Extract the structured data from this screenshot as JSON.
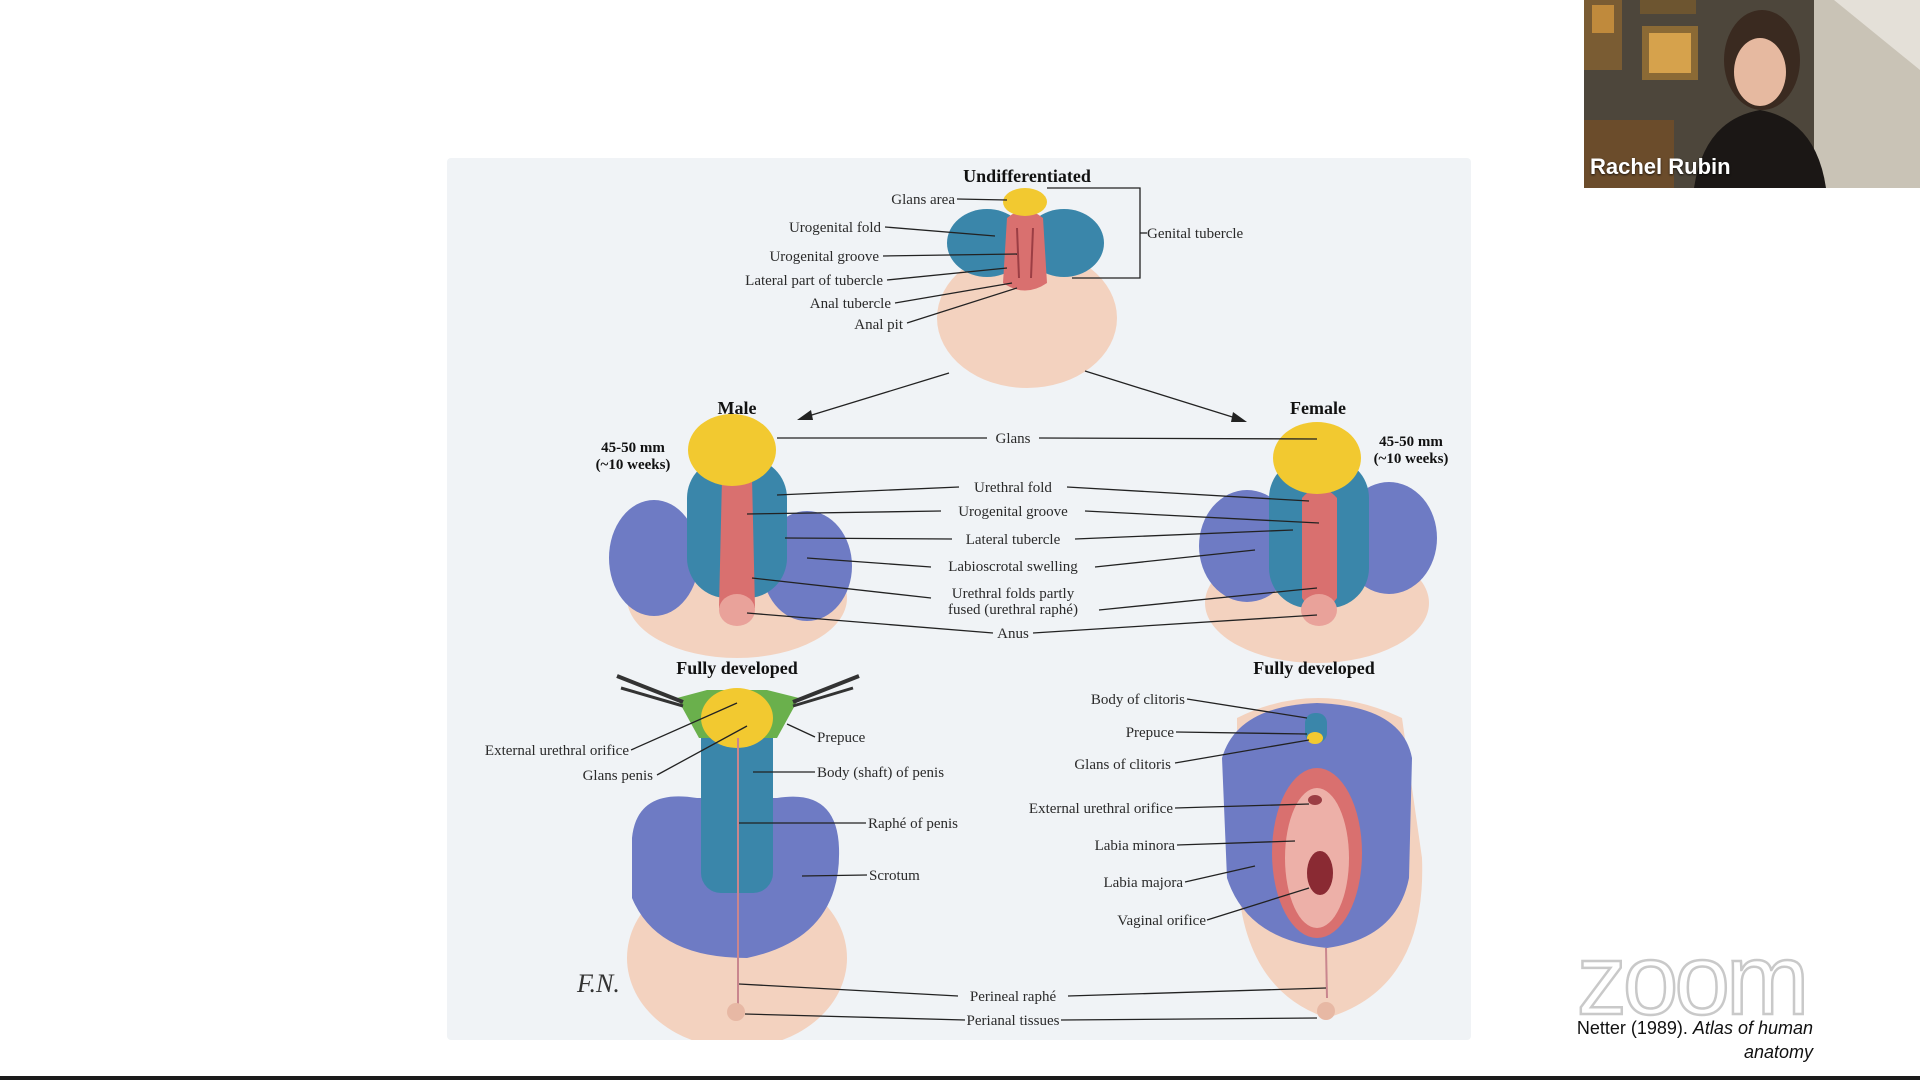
{
  "figure": {
    "title_top": "Undifferentiated",
    "title_male": "Male",
    "title_female": "Female",
    "title_male_developed": "Fully developed",
    "title_female_developed": "Fully developed",
    "size_male_line1": "45-50 mm",
    "size_male_line2": "(~10 weeks)",
    "size_female_line1": "45-50 mm",
    "size_female_line2": "(~10 weeks)",
    "undiff_labels": [
      "Glans area",
      "Urogenital fold",
      "Urogenital groove",
      "Lateral part of tubercle",
      "Anal tubercle",
      "Anal pit"
    ],
    "genital_tubercle": "Genital tubercle",
    "mid_labels": [
      "Glans",
      "Urethral fold",
      "Urogenital groove",
      "Lateral tubercle",
      "Labioscrotal swelling",
      "Urethral folds partly",
      "fused (urethral raphé)",
      "Anus"
    ],
    "male_dev_left": [
      "External urethral orifice",
      "Glans penis"
    ],
    "male_dev_right": [
      "Prepuce",
      "Body (shaft) of penis",
      "Raphé of penis",
      "Scrotum"
    ],
    "female_dev_labels": [
      "Body of clitoris",
      "Prepuce",
      "Glans of clitoris",
      "External urethral orifice",
      "Labia minora",
      "Labia majora",
      "Vaginal orifice"
    ],
    "bottom_labels": [
      "Perineal raphé",
      "Perianal tissues"
    ]
  },
  "participant": {
    "name": "Rachel Rubin"
  },
  "watermark": {
    "text": "zoom"
  },
  "citation": {
    "author": "Netter (1989).",
    "title": "Atlas of human anatomy"
  },
  "colors": {
    "glans": "#f2c930",
    "fold": "#3a86aa",
    "swelling": "#6e7bc4",
    "skin": "#f3d2bf",
    "groove": "#d9706f"
  }
}
